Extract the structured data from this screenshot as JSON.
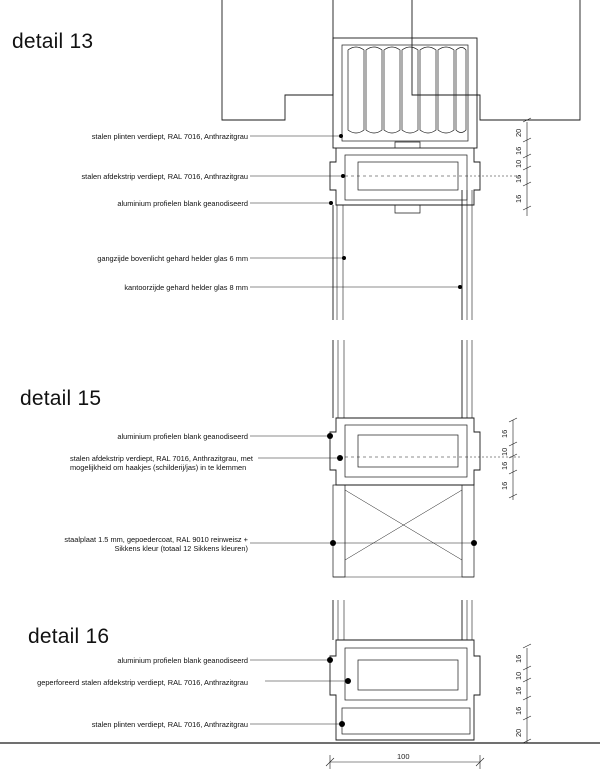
{
  "details": [
    {
      "title": "detail 13",
      "callouts": [
        "stalen plinten verdiept, RAL 7016, Anthrazitgrau",
        "stalen afdekstrip verdiept, RAL 7016, Anthrazitgrau",
        "aluminium profielen blank geanodiseerd",
        "gangzijde bovenlicht gehard helder glas 6 mm",
        "kantoorzijde gehard helder glas 8 mm"
      ],
      "dimensions": [
        "20",
        "16",
        "10",
        "16",
        "16"
      ]
    },
    {
      "title": "detail 15",
      "callouts": [
        "aluminium profielen blank geanodiseerd",
        "stalen afdekstrip verdiept, RAL 7016, Anthrazitgrau, met",
        "mogelijkheid om haakjes (schilderij/jas) in te klemmen",
        "staalplaat 1.5 mm, gepoedercoat,  RAL 9010 reinweisz +",
        "Sikkens kleur (totaal 12 Sikkens kleuren)"
      ],
      "dimensions": [
        "16",
        "10",
        "16",
        "16"
      ]
    },
    {
      "title": "detail 16",
      "callouts": [
        "aluminium profielen blank geanodiseerd",
        "geperforeerd stalen afdekstrip verdiept, RAL 7016, Anthrazitgrau",
        "stalen plinten verdiept, RAL 7016, Anthrazitgrau"
      ],
      "dimensions": [
        "16",
        "10",
        "16",
        "16",
        "20"
      ],
      "width_dimension": "100"
    }
  ]
}
